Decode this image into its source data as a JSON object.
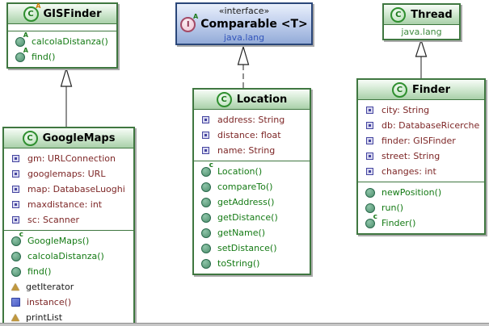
{
  "icons": {
    "abstract_class_icon": {
      "glyph": "C",
      "modifier": "A"
    },
    "class_icon": {
      "glyph": "C"
    },
    "interface_icon": {
      "glyph": "I",
      "modifier": "A"
    }
  },
  "boxes": {
    "gisfinder": {
      "title": "GISFinder",
      "methods": [
        {
          "label": "calcolaDistanza()",
          "kind": "abstract-method",
          "icon": "abstract-method-icon"
        },
        {
          "label": "find()",
          "kind": "abstract-method",
          "icon": "abstract-method-icon"
        }
      ]
    },
    "comparable": {
      "stereotype": "«interface»",
      "title": "Comparable <T>",
      "package": "java.lang"
    },
    "thread": {
      "title": "Thread",
      "package": "java.lang"
    },
    "googlemaps": {
      "title": "GoogleMaps",
      "fields": [
        {
          "label": "gm: URLConnection",
          "kind": "field",
          "icon": "field-icon"
        },
        {
          "label": "googlemaps: URL",
          "kind": "field",
          "icon": "field-icon"
        },
        {
          "label": "map: DatabaseLuoghi",
          "kind": "field",
          "icon": "field-icon"
        },
        {
          "label": "maxdistance: int",
          "kind": "field",
          "icon": "field-icon"
        },
        {
          "label": "sc: Scanner",
          "kind": "field",
          "icon": "field-icon"
        }
      ],
      "methods": [
        {
          "label": "GoogleMaps()",
          "kind": "constructor",
          "icon": "constructor-icon"
        },
        {
          "label": "calcolaDistanza()",
          "kind": "method",
          "icon": "method-icon"
        },
        {
          "label": "find()",
          "kind": "method",
          "icon": "method-icon"
        },
        {
          "label": "getIterator",
          "kind": "property",
          "icon": "property-triangle-icon"
        },
        {
          "label": "instance()",
          "kind": "static-method",
          "icon": "static-method-icon"
        },
        {
          "label": "printList",
          "kind": "property",
          "icon": "property-triangle-icon"
        }
      ]
    },
    "location": {
      "title": "Location",
      "fields": [
        {
          "label": "address: String",
          "kind": "field",
          "icon": "field-icon"
        },
        {
          "label": "distance: float",
          "kind": "field",
          "icon": "field-icon"
        },
        {
          "label": "name: String",
          "kind": "field",
          "icon": "field-icon"
        }
      ],
      "methods": [
        {
          "label": "Location()",
          "kind": "constructor",
          "icon": "constructor-icon"
        },
        {
          "label": "compareTo()",
          "kind": "method",
          "icon": "method-icon"
        },
        {
          "label": "getAddress()",
          "kind": "method",
          "icon": "method-icon"
        },
        {
          "label": "getDistance()",
          "kind": "method",
          "icon": "method-icon"
        },
        {
          "label": "getName()",
          "kind": "method",
          "icon": "method-icon"
        },
        {
          "label": "setDistance()",
          "kind": "method",
          "icon": "method-icon"
        },
        {
          "label": "toString()",
          "kind": "method",
          "icon": "method-icon"
        }
      ]
    },
    "finder": {
      "title": "Finder",
      "fields": [
        {
          "label": "city: String",
          "kind": "field",
          "icon": "field-icon"
        },
        {
          "label": "db: DatabaseRicerche",
          "kind": "field",
          "icon": "field-icon"
        },
        {
          "label": "finder: GISFinder",
          "kind": "field",
          "icon": "field-icon"
        },
        {
          "label": "street: String",
          "kind": "field",
          "icon": "field-icon"
        },
        {
          "label": "changes: int",
          "kind": "field",
          "icon": "field-icon"
        }
      ],
      "methods": [
        {
          "label": "newPosition()",
          "kind": "method",
          "icon": "method-icon"
        },
        {
          "label": "run()",
          "kind": "method",
          "icon": "method-icon"
        },
        {
          "label": "Finder()",
          "kind": "constructor",
          "icon": "constructor-icon"
        }
      ]
    }
  },
  "relationships": [
    {
      "from": "GoogleMaps",
      "to": "GISFinder",
      "type": "extends",
      "line_style": "solid",
      "arrowhead": "hollow-triangle"
    },
    {
      "from": "Location",
      "to": "Comparable",
      "type": "implements",
      "line_style": "dashed",
      "arrowhead": "hollow-triangle"
    },
    {
      "from": "Finder",
      "to": "Thread",
      "type": "extends",
      "line_style": "solid",
      "arrowhead": "hollow-triangle"
    }
  ],
  "colors": {
    "class_border": "#3f7740",
    "class_header_top": "#f7fcf7",
    "class_header_bottom": "#a9d0a9",
    "interface_border": "#2a4679",
    "interface_header_top": "#e9effb",
    "interface_header_bottom": "#93abd8",
    "field_text": "#7d2626",
    "method_text": "#147a14",
    "plain_text": "#1a1a1a",
    "package_text_blue": "#3355bb",
    "package_text_green": "#3f8a3f"
  }
}
